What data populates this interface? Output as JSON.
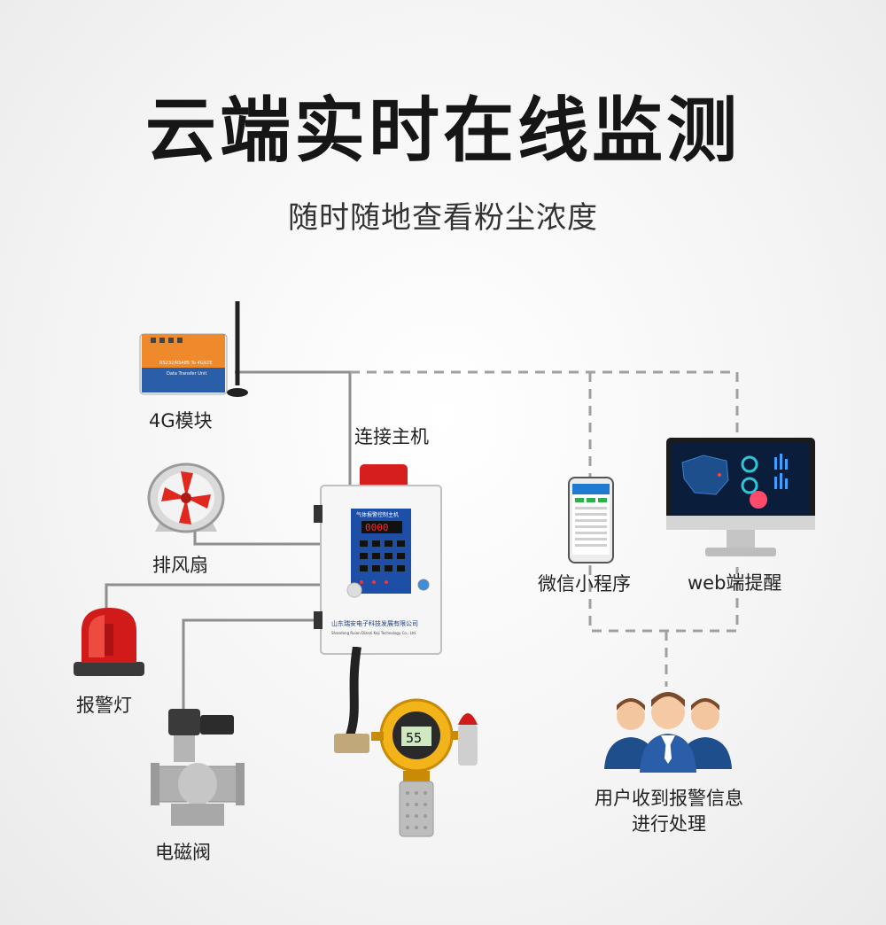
{
  "header": {
    "title": "云端实时在线监测",
    "subtitle": "随时随地查看粉尘浓度"
  },
  "labels": {
    "module_4g": "4G模块",
    "connect_host": "连接主机",
    "exhaust_fan": "排风扇",
    "alarm_light": "报警灯",
    "solenoid_valve": "电磁阀",
    "wechat_miniprogram": "微信小程序",
    "web_alert": "web端提醒",
    "user_line1": "用户收到报警信息",
    "user_line2": "进行处理"
  },
  "host": {
    "company": "山东瑞安电子科技发展有限公司",
    "company_en": "Shandong Ruian Dianzi Keji Technology Co., Ltd.",
    "panel_title": "气体报警控制主机",
    "display": "0000"
  },
  "detector": {
    "reading": "55"
  },
  "colors": {
    "wire_solid": "#8e8e8e",
    "wire_dashed": "#a0a0a0",
    "title": "#161616",
    "module_orange": "#ef8a2c",
    "module_blue": "#2a5ea8",
    "alarm_red": "#d11a1a",
    "detector_yellow": "#f2b418"
  }
}
